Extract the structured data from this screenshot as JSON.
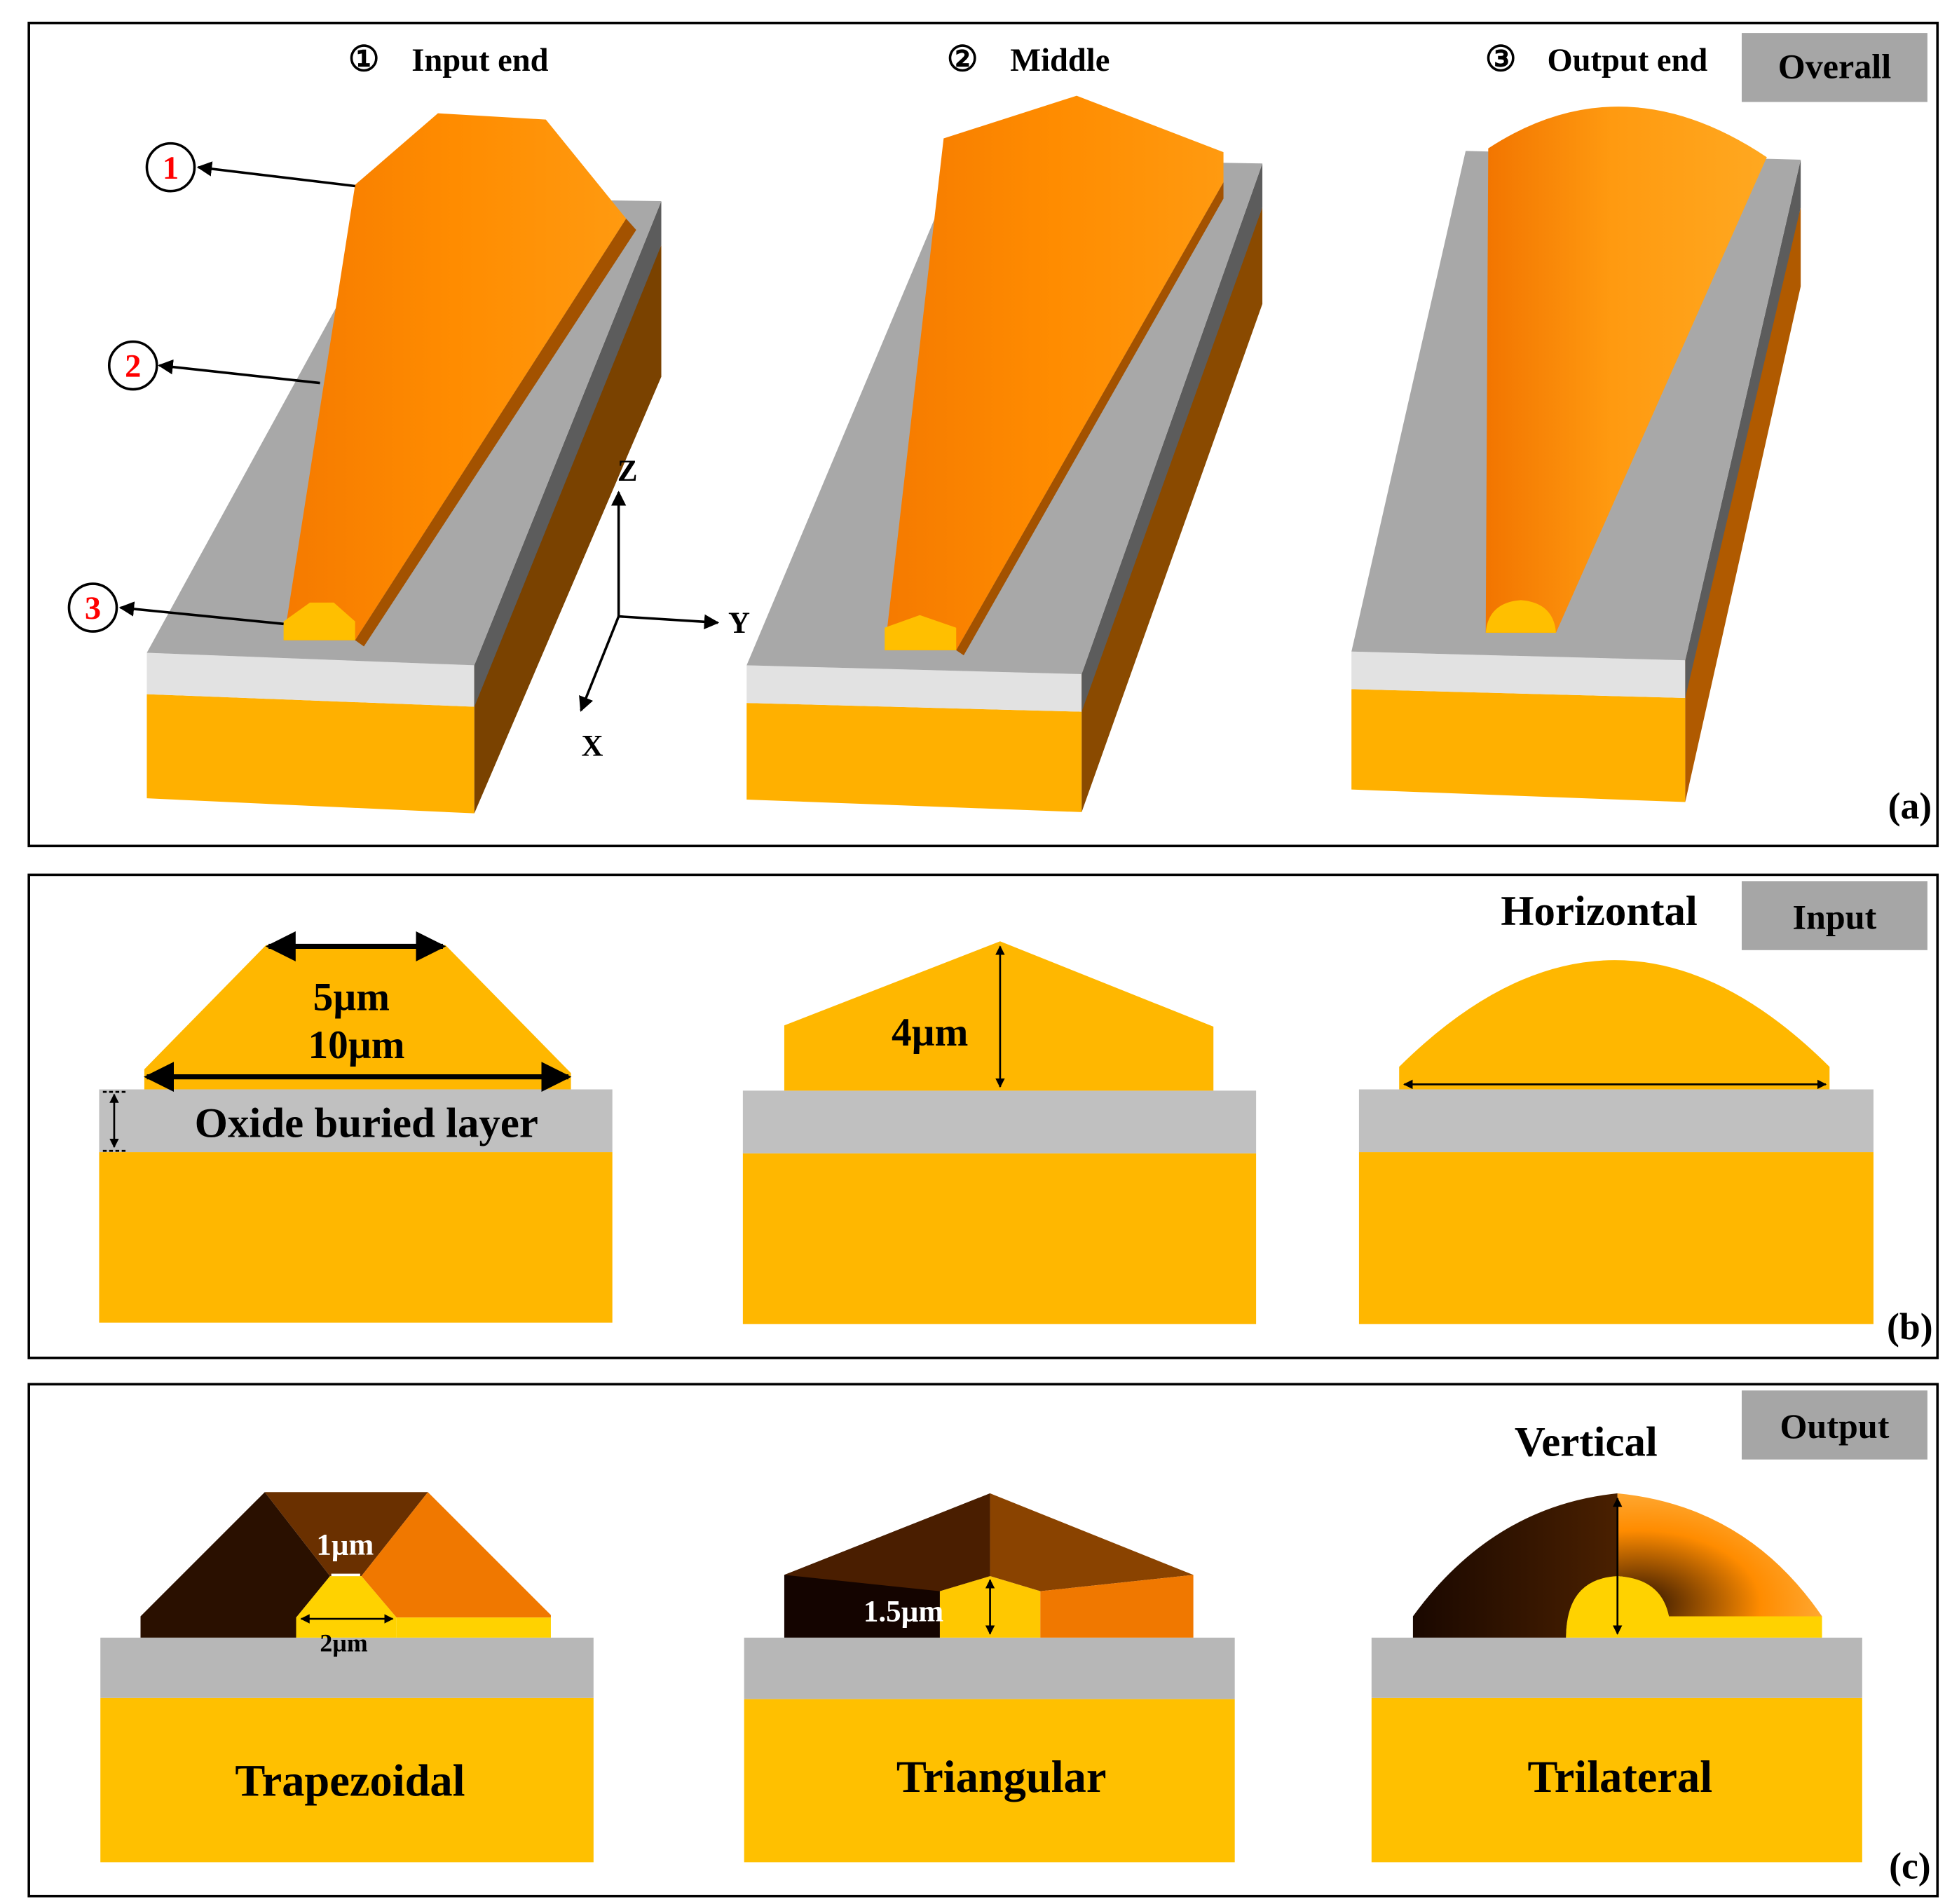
{
  "panel_a": {
    "tag": "Overall",
    "label": "(a)",
    "headings": [
      {
        "symbol": "①",
        "text": "Input end"
      },
      {
        "symbol": "②",
        "text": "Middle"
      },
      {
        "symbol": "③",
        "text": "Output end"
      }
    ],
    "markers": [
      "1",
      "2",
      "3"
    ],
    "axes": {
      "z": "Z",
      "y": "Y",
      "x": "X"
    }
  },
  "panel_b": {
    "tag": "Input",
    "label": "(b)",
    "direction": "Horizontal",
    "top_width": "5µm",
    "base_width": "10µm",
    "height": "4µm",
    "layer": "Oxide buried layer"
  },
  "panel_c": {
    "tag": "Output",
    "label": "(c)",
    "direction": "Vertical",
    "core_top": "1µm",
    "core_width": "2µm",
    "core_height": "1.5µm",
    "shapes": [
      "Trapezoidal",
      "Triangular",
      "Trilateral"
    ]
  },
  "colors": {
    "core_orange": "#ff8c00",
    "substrate_amber": "#ffb700",
    "oxide_gray": "#c0c0c0",
    "marker_red": "#ff0000",
    "tag_gray": "#a6a6a6"
  }
}
